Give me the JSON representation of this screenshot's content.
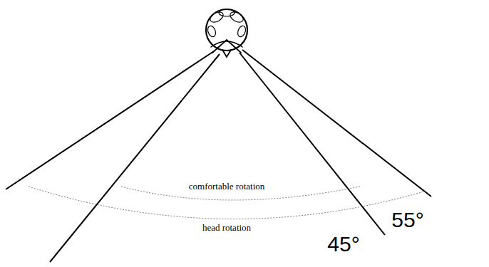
{
  "diagram": {
    "labels": [
      "comfortable rotation",
      "head rotation",
      "45°",
      "55°"
    ]
  }
}
